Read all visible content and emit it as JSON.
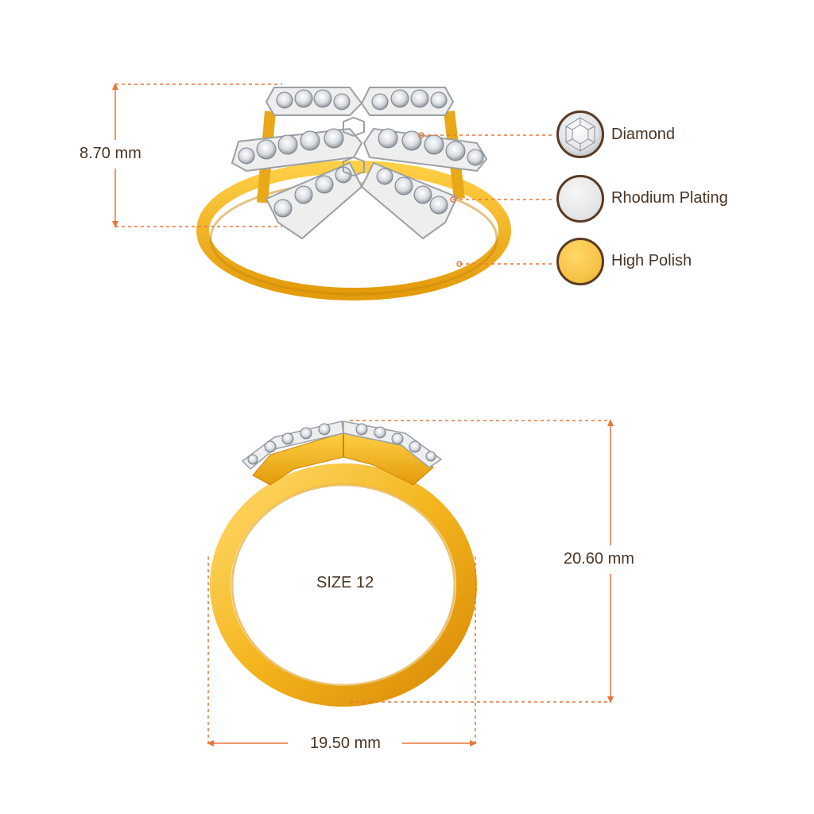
{
  "dimensions": {
    "height_top": "8.70 mm",
    "height_side": "20.60 mm",
    "width_side": "19.50 mm",
    "ring_size": "SIZE 12"
  },
  "legend": [
    {
      "label": "Diamond",
      "icon": "diamond-icon",
      "color": "#f2f2f2"
    },
    {
      "label": "Rhodium Plating",
      "icon": "rhodium-swatch",
      "color": "#e6e6e6"
    },
    {
      "label": "High Polish",
      "icon": "gold-swatch",
      "color": "#f6c44a"
    }
  ],
  "colors": {
    "dimension_line": "#e8773a",
    "gold": "#f4b51e",
    "gold_dark": "#d88f0a",
    "legend_border": "#5a3a22",
    "text": "#4a3424"
  }
}
